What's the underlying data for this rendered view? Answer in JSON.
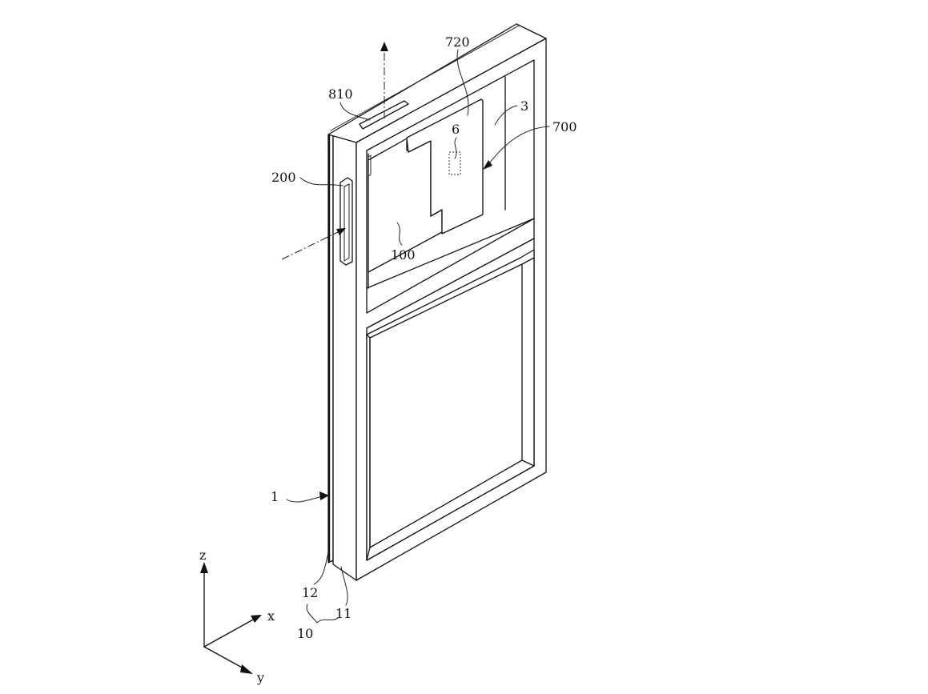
{
  "figure": {
    "labels": {
      "l720": "720",
      "l810": "810",
      "l6": "6",
      "l3": "3",
      "l700": "700",
      "l200": "200",
      "l100": "100",
      "l1": "1",
      "l12": "12",
      "l11": "11",
      "l10": "10"
    },
    "axes": {
      "z": "z",
      "x": "x",
      "y": "y"
    }
  }
}
